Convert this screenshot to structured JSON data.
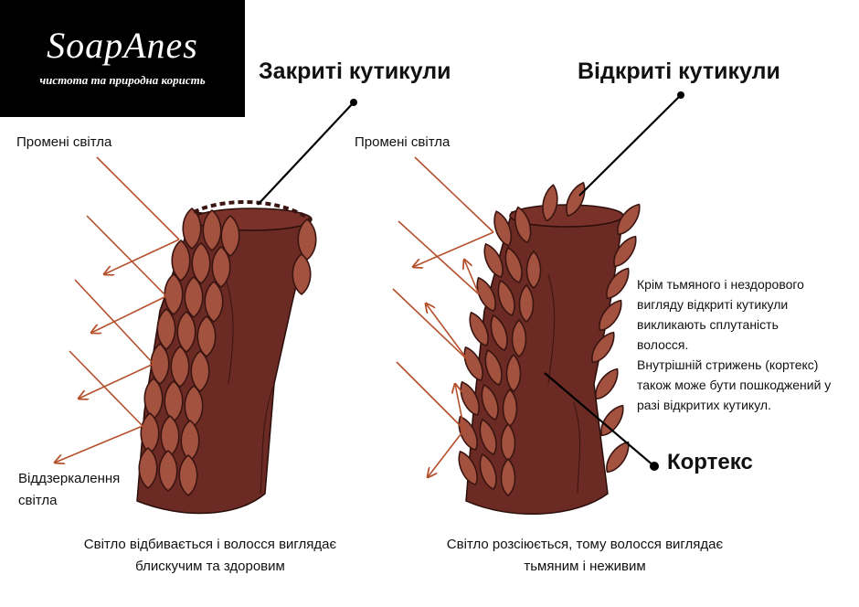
{
  "logo": {
    "name": "SoapAnes",
    "tagline": "чистота та природна користь"
  },
  "left_panel": {
    "title": "Закриті кутикули",
    "light_rays_label": "Промені світла",
    "reflection_label_line1": "Віддзеркалення",
    "reflection_label_line2": "світла",
    "caption_line1": "Світло відбивається і волосся виглядає",
    "caption_line2": "блискучим та здоровим"
  },
  "right_panel": {
    "title": "Відкриті кутикули",
    "light_rays_label": "Промені світла",
    "cortex_label": "Кортекс",
    "note_lines": [
      "Крім тьмяного і нездорового",
      "вигляду відкриті кутикули",
      "викликають сплутаність",
      "волосся.",
      "Внутрішній стрижень (кортекс)",
      "також може бути пошкоджений у",
      "разі відкритих кутикул."
    ],
    "caption_line1": "Світло розсіюється, тому волосся виглядає",
    "caption_line2": "тьмяним і неживим"
  },
  "colors": {
    "cortex": "#6b2a24",
    "cuticle": "#a35240",
    "cuticle_outline": "#3a1410",
    "ray": "#b5502c"
  }
}
